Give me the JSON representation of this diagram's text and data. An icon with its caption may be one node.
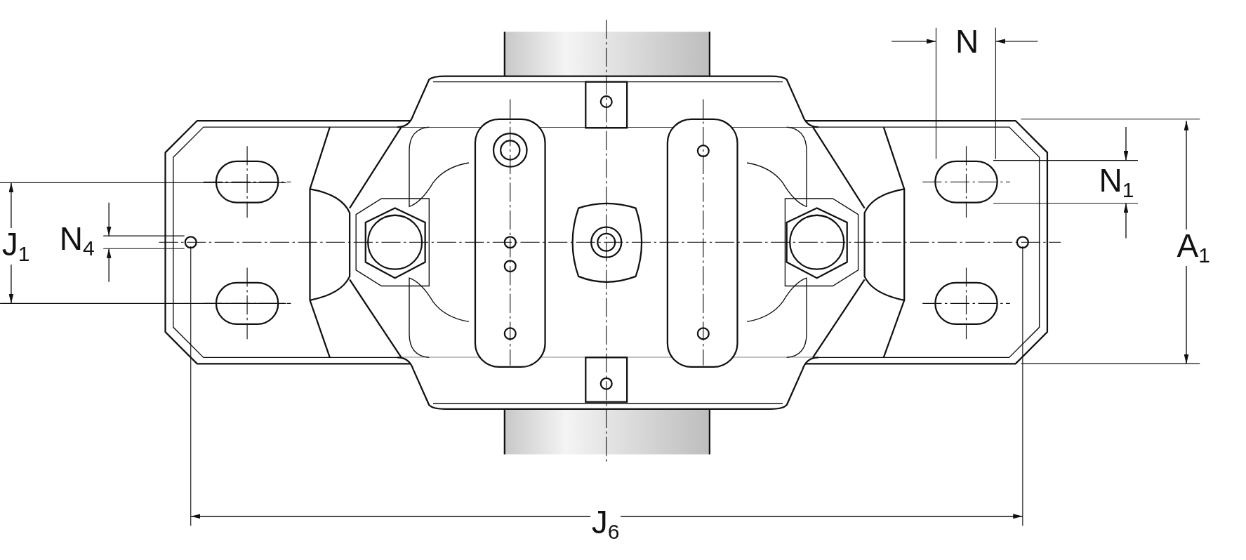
{
  "diagram": {
    "labels": [
      "N",
      "N$_{1}$",
      "J$_{1}$",
      "N$_{4}$",
      "A$_{1}$",
      "J$_{6}$"
    ]
  }
}
